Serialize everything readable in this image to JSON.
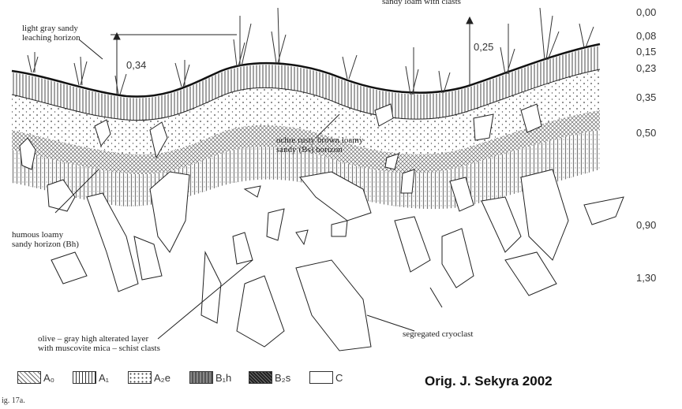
{
  "labels": {
    "top_cut": "sandy loam with clasts",
    "light_gray": "light gray sandy\nleaching horizon",
    "ochre": "ochre rusty brown loamy\nsandy (Bs) horizon",
    "humous": "humous loamy\nsandy horizon (Bh)",
    "olive": "olive – gray high alterated layer\nwith muscovite mica – schist clasts",
    "cryoclast": "segregated cryoclast"
  },
  "measurements": {
    "left": "0,34",
    "right": "0,25"
  },
  "depths": [
    "0,00",
    "0,08",
    "0,15",
    "0,23",
    "0,35",
    "0,50",
    "0,90",
    "1,30"
  ],
  "legend": [
    {
      "symbol": "A0-symbol",
      "label": "A₀"
    },
    {
      "symbol": "A1-symbol",
      "label": "A₁"
    },
    {
      "symbol": "A2e-symbol",
      "label": "A₂e"
    },
    {
      "symbol": "B1h-symbol",
      "label": "B₁h"
    },
    {
      "symbol": "B2s-symbol",
      "label": "B₂s"
    },
    {
      "symbol": "C-symbol",
      "label": "C"
    }
  ],
  "credit": "Orig. J. Sekyra  2002",
  "figure_label": "ig. 17a."
}
